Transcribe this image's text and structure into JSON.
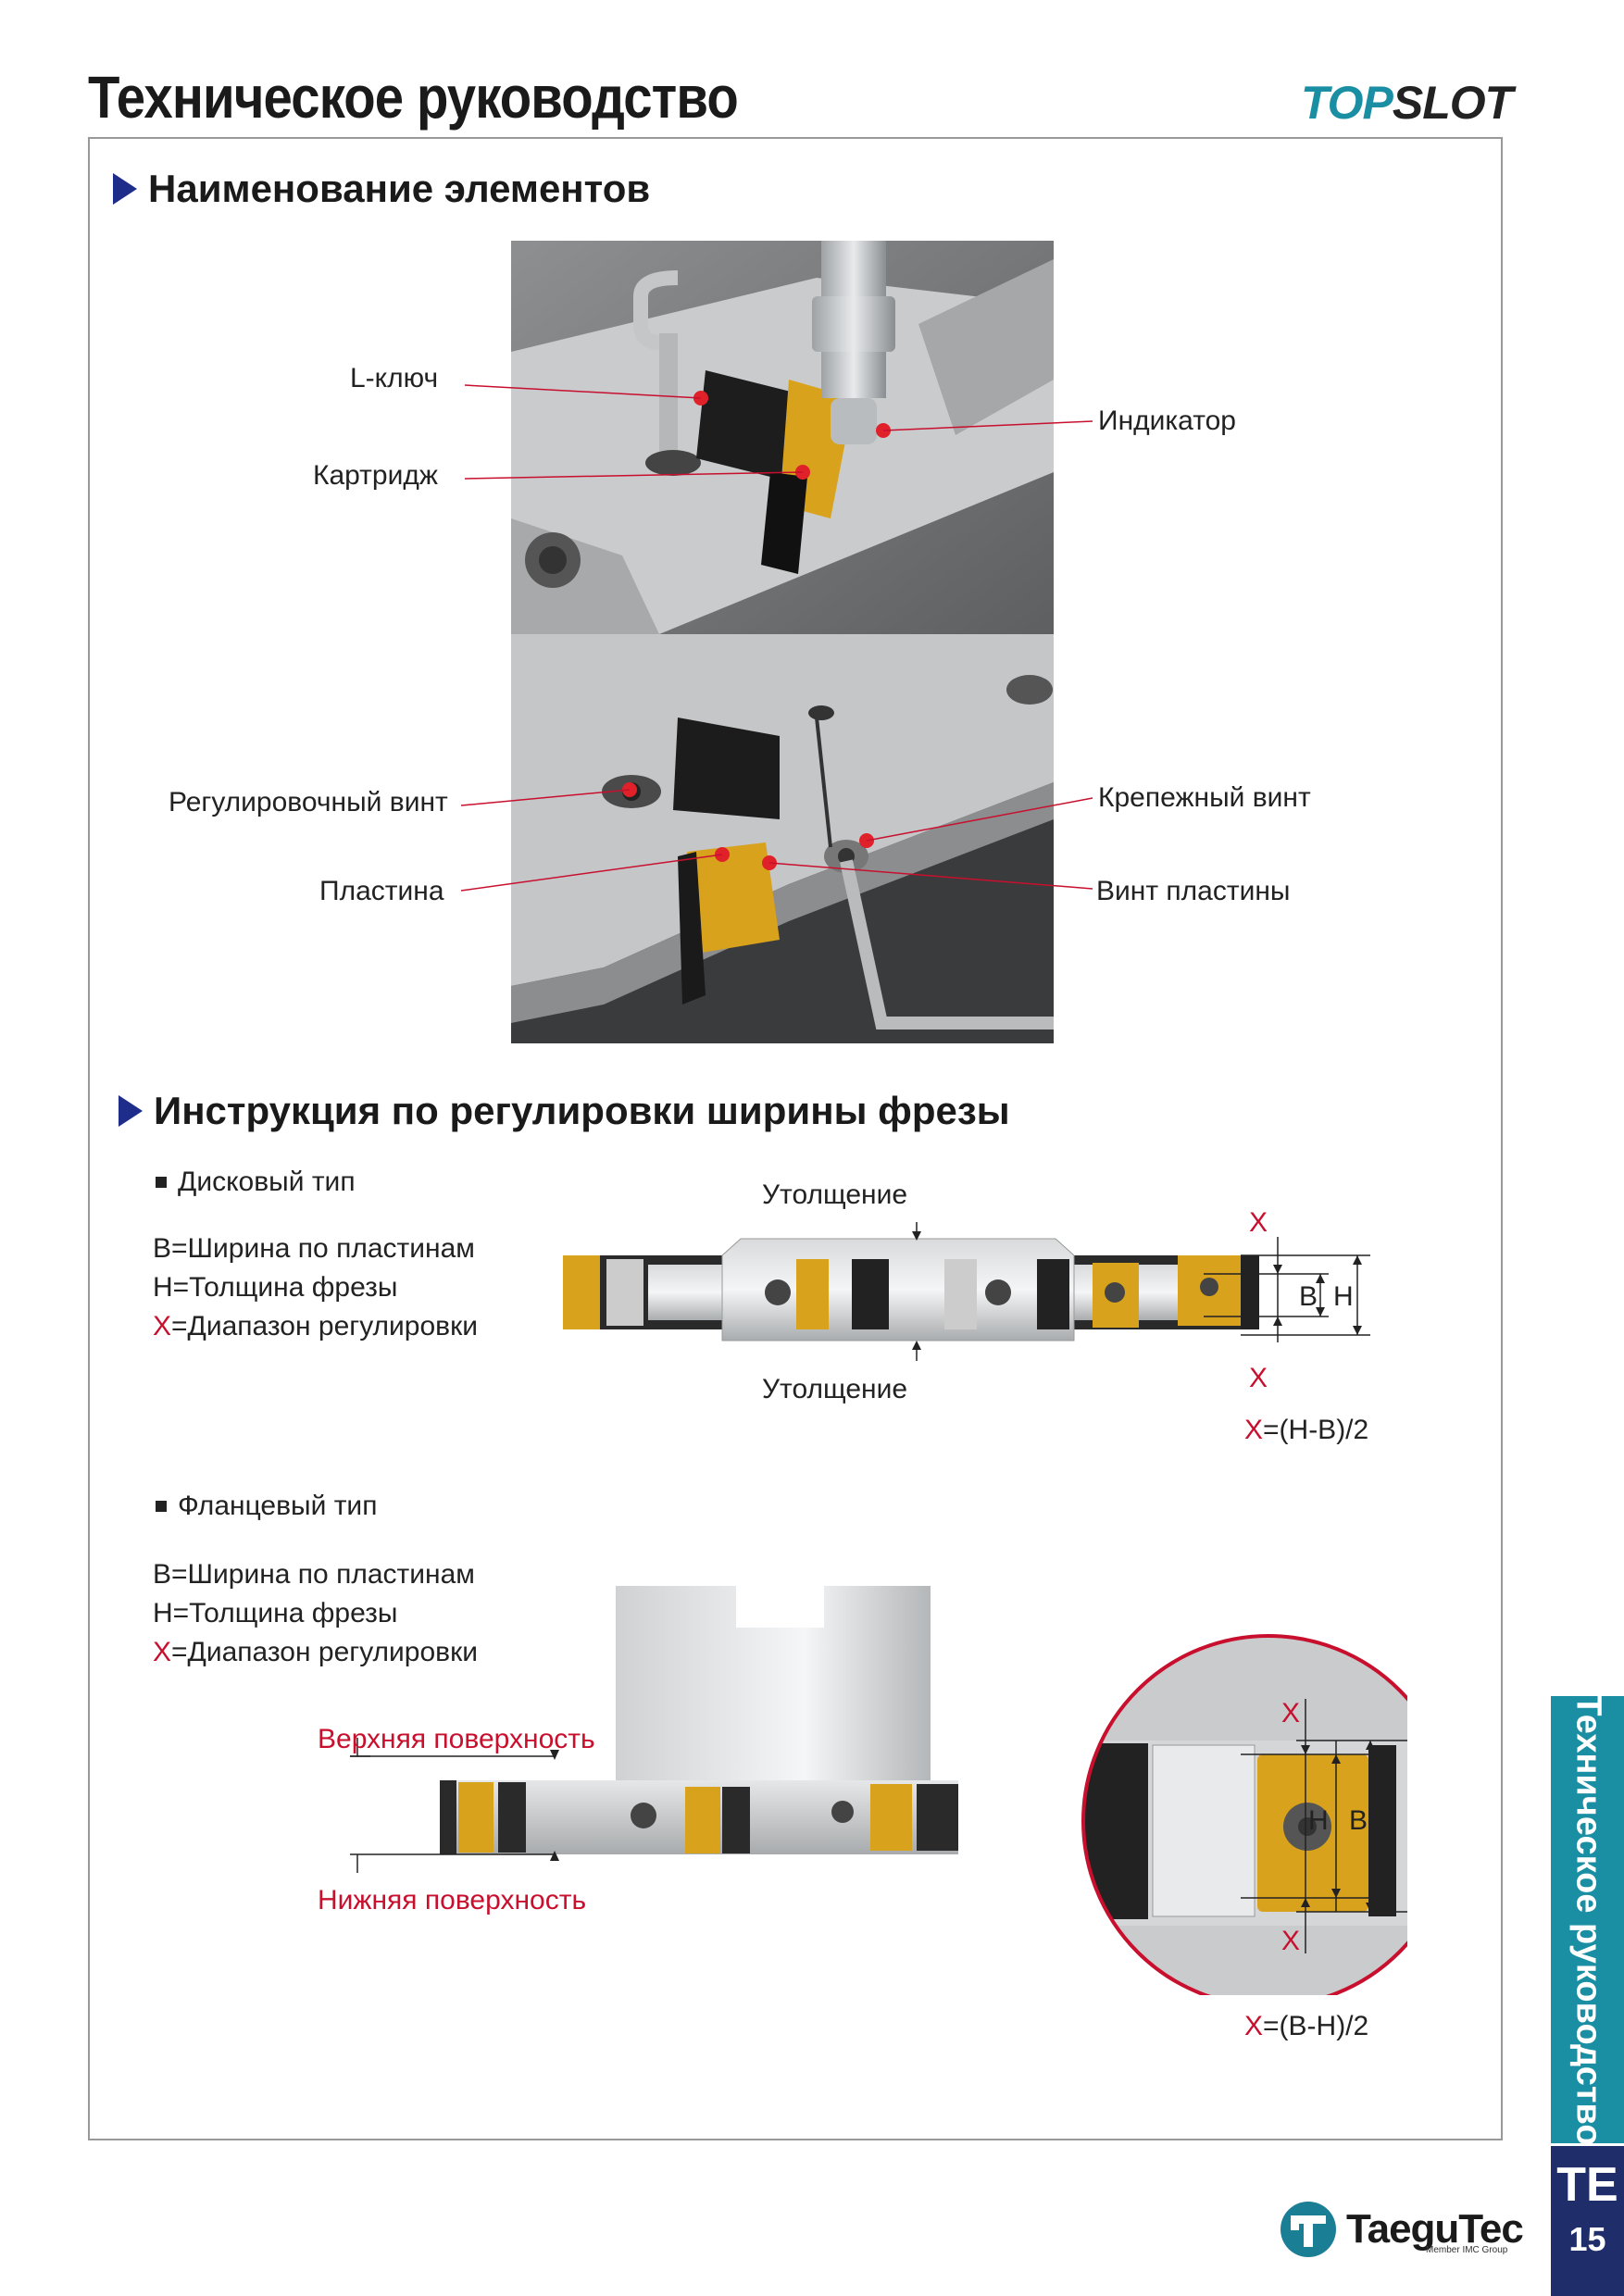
{
  "header": {
    "title": "Техническое руководство",
    "brand_part1": "TOP",
    "brand_part2": "SLOT"
  },
  "section1": {
    "title": "Наименование элементов",
    "labels": {
      "l_key": "L-ключ",
      "cartridge": "Картридж",
      "indicator": "Индикатор",
      "adjust_screw": "Регулировочный винт",
      "clamp_screw": "Крепежный винт",
      "insert": "Пластина",
      "insert_screw": "Винт пластины"
    }
  },
  "section2": {
    "title": "Инструкция по регулировки ширины фрезы",
    "disk": {
      "subtitle": "Дисковый тип",
      "legend_b": "B=Ширина по пластинам",
      "legend_h": "H=Толщина фрезы",
      "legend_x_letter": "X",
      "legend_x_text": "=Диапазон регулировки",
      "thickening_top": "Утолщение",
      "thickening_bottom": "Утолщение",
      "dim_x": "X",
      "dim_b": "B",
      "dim_h": "H",
      "formula_x": "X",
      "formula_rest": "=(H-B)/2"
    },
    "flange": {
      "subtitle": "Фланцевый тип",
      "legend_b": "B=Ширина по пластинам",
      "legend_h": "H=Толщина фрезы",
      "legend_x_letter": "X",
      "legend_x_text": "=Диапазон регулировки",
      "upper_surface": "Верхняя поверхность",
      "lower_surface": "Нижняя поверхность",
      "dim_x": "X",
      "dim_h": "H",
      "dim_b": "B",
      "formula_x": "X",
      "formula_rest": "=(B-H)/2"
    }
  },
  "side_tab": {
    "text": "Техническое руководство",
    "code": "TE",
    "page": "15"
  },
  "logo": {
    "name": "TaeguTec",
    "sub": "Member IMC Group"
  },
  "colors": {
    "accent": "#1a8fa3",
    "navy": "#1f2d6b",
    "red": "#c8102e",
    "insert_gold": "#d9a21c"
  }
}
